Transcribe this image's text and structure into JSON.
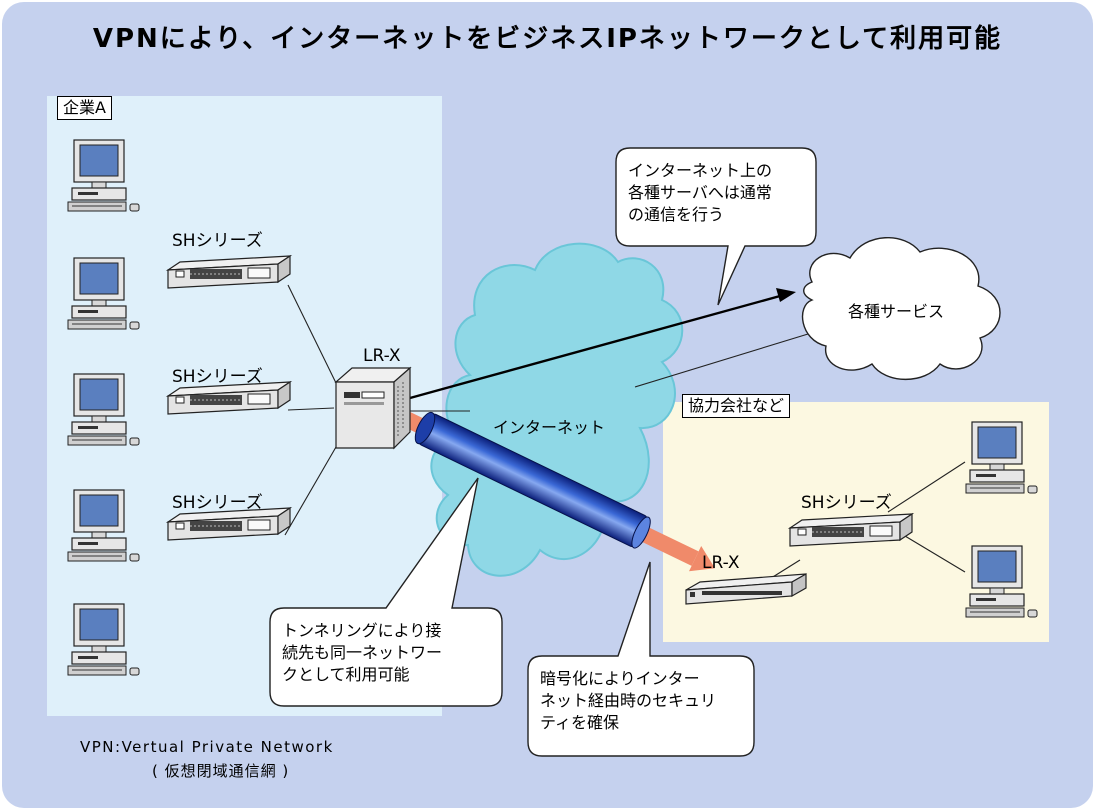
{
  "title": "VPNにより、インターネットをビジネスIPネットワークとして利用可能",
  "zones": {
    "company_a": "企業A",
    "partner": "協力会社など"
  },
  "devices": {
    "switch_label": "SHシリーズ",
    "router_label": "LR-X"
  },
  "internet_label": "インターネット",
  "services_label": "各種サービス",
  "callouts": {
    "internet_services": [
      "インターネット上の",
      "各種サーバへは通常",
      "の通信を行う"
    ],
    "tunneling": [
      "トンネリングにより接",
      "続先も同一ネットワー",
      "クとして利用可能"
    ],
    "encryption": [
      "暗号化によりインター",
      "ネット経由時のセキュリ",
      "ティを確保"
    ]
  },
  "footer": {
    "line1": "VPN:Vertual Private Network",
    "line2": "( 仮想閉域通信網 )"
  }
}
